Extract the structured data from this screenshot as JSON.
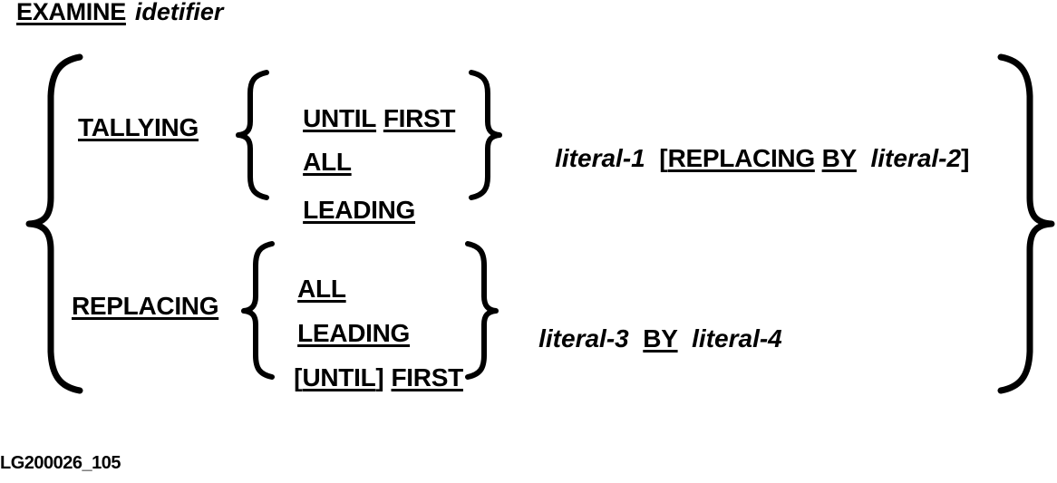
{
  "diagram": {
    "type": "cobol-syntax-railroad",
    "caption": "LG200026_105",
    "header": {
      "keyword": "EXAMINE",
      "operand": "idetifier"
    },
    "outer_brace": {
      "open": "{",
      "close": "}"
    },
    "groups": [
      {
        "id": "tallying-group",
        "label": "TALLYING",
        "inner_brace_open": "{",
        "inner_brace_close": "}",
        "options": [
          {
            "id": "until-first",
            "parts": [
              {
                "text": "UNTIL",
                "style": "keyword-underlined"
              },
              {
                "text": " ",
                "style": "space"
              },
              {
                "text": "FIRST",
                "style": "keyword-underlined"
              }
            ]
          },
          {
            "id": "all",
            "parts": [
              {
                "text": "ALL",
                "style": "keyword-underlined"
              }
            ]
          },
          {
            "id": "leading",
            "parts": [
              {
                "text": "LEADING",
                "style": "keyword-underlined"
              }
            ]
          }
        ],
        "tail": [
          {
            "text": "literal-1",
            "style": "variable-italic"
          },
          {
            "text": "  ",
            "style": "space"
          },
          {
            "text": "[",
            "style": "plain"
          },
          {
            "text": "REPLACING",
            "style": "keyword-underlined"
          },
          {
            "text": " ",
            "style": "space"
          },
          {
            "text": "BY",
            "style": "keyword-underlined"
          },
          {
            "text": "  ",
            "style": "space"
          },
          {
            "text": "literal-2",
            "style": "variable-italic"
          },
          {
            "text": "]",
            "style": "plain"
          }
        ],
        "tail_text": "literal-1 [REPLACING BY literal-2]"
      },
      {
        "id": "replacing-group",
        "label": "REPLACING",
        "inner_brace_open": "{",
        "inner_brace_close": "}",
        "options": [
          {
            "id": "all-2",
            "parts": [
              {
                "text": "ALL",
                "style": "keyword-underlined"
              }
            ]
          },
          {
            "id": "leading-2",
            "parts": [
              {
                "text": "LEADING",
                "style": "keyword-underlined"
              }
            ]
          },
          {
            "id": "until-first-2",
            "parts": [
              {
                "text": "[",
                "style": "plain"
              },
              {
                "text": "UNTIL",
                "style": "keyword-underlined"
              },
              {
                "text": "]",
                "style": "plain"
              },
              {
                "text": " ",
                "style": "space"
              },
              {
                "text": "FIRST",
                "style": "keyword-underlined"
              }
            ]
          }
        ],
        "tail": [
          {
            "text": "literal-3",
            "style": "variable-italic"
          },
          {
            "text": "  ",
            "style": "space"
          },
          {
            "text": "BY",
            "style": "keyword-underlined"
          },
          {
            "text": "  ",
            "style": "space"
          },
          {
            "text": "literal-4",
            "style": "variable-italic"
          }
        ],
        "tail_text": "literal-3 BY literal-4"
      }
    ],
    "colors": {
      "ink": "#000000",
      "paper": "#ffffff"
    }
  }
}
